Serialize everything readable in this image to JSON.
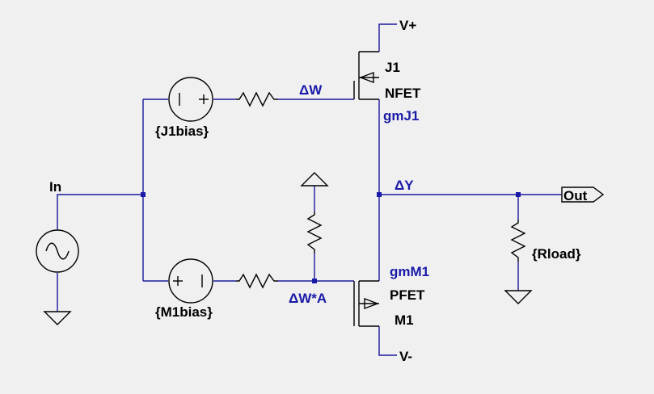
{
  "net_labels": {
    "input": "In",
    "delta_w": "ΔW",
    "delta_w_a": "ΔW*A",
    "delta_y": "ΔY",
    "output_port": "Out",
    "supply_positive": "V+",
    "supply_negative": "V-"
  },
  "sources": {
    "j1_bias": "{J1bias}",
    "m1_bias": "{M1bias}"
  },
  "transistors": {
    "j1": {
      "name": "J1",
      "type": "NFET",
      "gm": "gmJ1"
    },
    "m1": {
      "name": "M1",
      "type": "PFET",
      "gm": "gmM1"
    }
  },
  "load": {
    "value": "{Rload}"
  },
  "colors": {
    "wire": "#1a1a9e",
    "label": "#1a1aa8",
    "device": "#000000",
    "background": "#f0f0f0"
  }
}
